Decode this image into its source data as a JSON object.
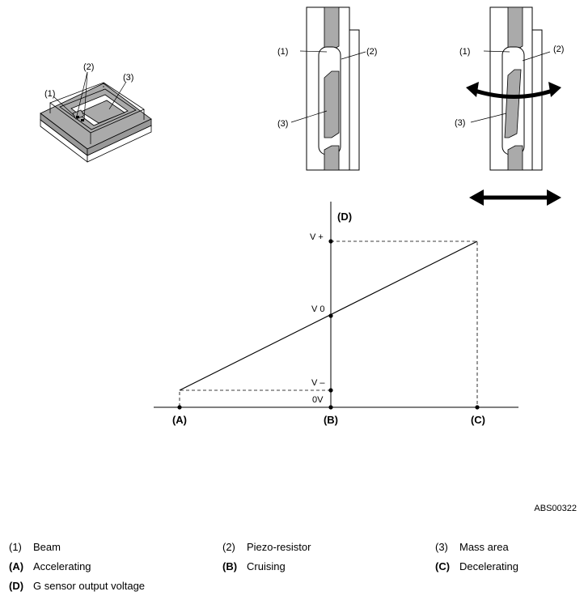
{
  "diagram": {
    "sensor_callouts": [
      "(1)",
      "(2)",
      "(3)"
    ],
    "state_callouts": [
      "(1)",
      "(2)",
      "(3)"
    ],
    "graph": {
      "y_axis_key": "(D)",
      "y_levels": [
        "V +",
        "V 0",
        "V –",
        "0V"
      ],
      "x_points": [
        "(A)",
        "(B)",
        "(C)"
      ]
    },
    "figure_code": "ABS00322"
  },
  "legend": [
    {
      "key": "(1)",
      "text": "Beam",
      "bold": false
    },
    {
      "key": "(2)",
      "text": "Piezo-resistor",
      "bold": false
    },
    {
      "key": "(3)",
      "text": "Mass area",
      "bold": false
    },
    {
      "key": "(A)",
      "text": "Accelerating",
      "bold": true
    },
    {
      "key": "(B)",
      "text": "Cruising",
      "bold": true
    },
    {
      "key": "(C)",
      "text": "Decelerating",
      "bold": true
    },
    {
      "key": "(D)",
      "text": "G sensor output voltage",
      "bold": true
    }
  ]
}
